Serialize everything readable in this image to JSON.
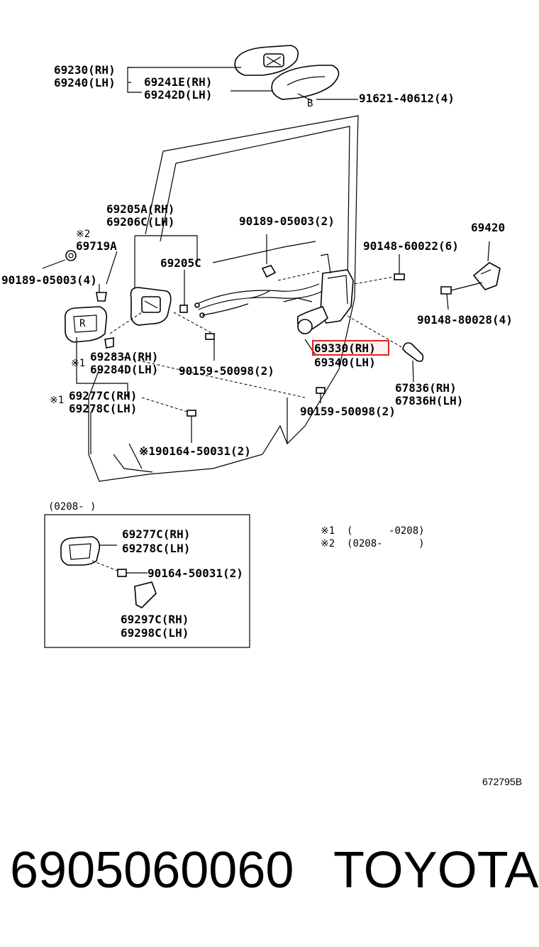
{
  "labels": {
    "l69230": "69230(RH)",
    "l69240": "69240(LH)",
    "l69241E": "69241E(RH)",
    "l69242D": "69242D(LH)",
    "l91621": "91621-40612(4)",
    "lB": "B",
    "l69205A": "69205A(RH)",
    "l69206C": "69206C(LH)",
    "lmark2": "※2",
    "l69719A": "69719A",
    "l90189a": "90189-05003(2)",
    "l90189b": "90189-05003(4)",
    "l69205C": "69205C",
    "l90148a": "90148-60022(6)",
    "l69420": "69420",
    "l90148b": "90148-80028(4)",
    "l69330": "69330(RH)",
    "l69340": "69340(LH)",
    "lmark1a": "※1",
    "l69283A": "69283A(RH)",
    "l69284D": "69284D(LH)",
    "l90159a": "90159-50098(2)",
    "l67836": "67836(RH)",
    "l67836H": "67836H(LH)",
    "lmark1b": "※1",
    "l69277Ca": "69277C(RH)",
    "l69278Ca": "69278C(LH)",
    "l90159b": "90159-50098(2)",
    "l90164a": "※190164-50031(2)",
    "inset_date": "(0208-    )",
    "l69277Cb": "69277C(RH)",
    "l69278Cb": "69278C(LH)",
    "l90164b": "90164-50031(2)",
    "l69297C": "69297C(RH)",
    "l69298C": "69298C(LH)",
    "note1": "※1  (      -0208)",
    "note2": "※2  (0208-      )",
    "drawing_id": "672795B"
  },
  "footer": {
    "part_number": "6905060060",
    "brand": "TOYOTA"
  },
  "highlight_color": "#e02020"
}
